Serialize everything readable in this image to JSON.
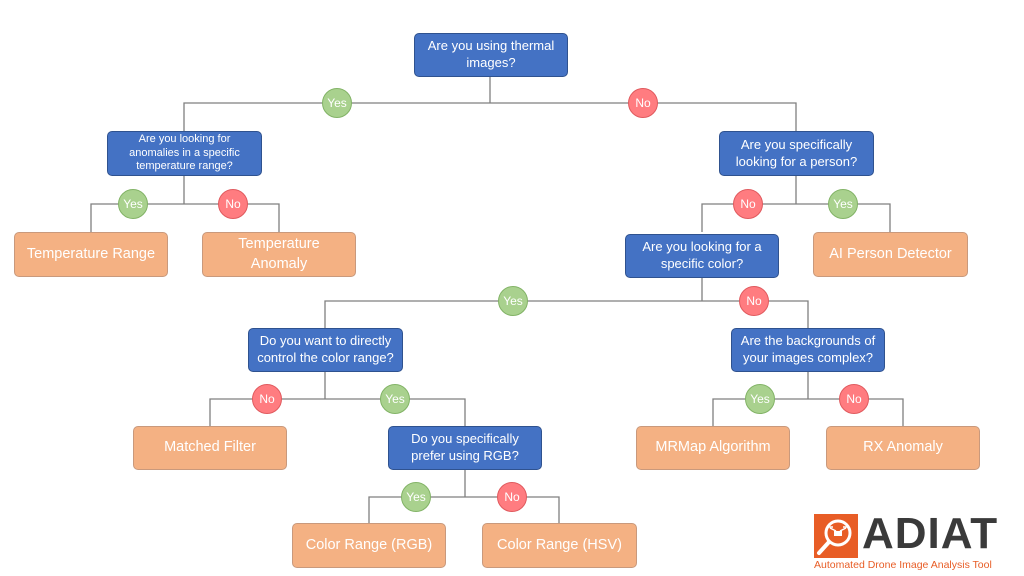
{
  "questions": {
    "q_thermal": "Are you using thermal images?",
    "q_temp_range": "Are you looking for anomalies in a specific temperature range?",
    "q_person": "Are you specifically looking for a person?",
    "q_color": "Are you looking for a specific color?",
    "q_direct": "Do you want to directly control the color range?",
    "q_background": "Are the backgrounds of your images complex?",
    "q_rgb": "Do you specifically prefer using RGB?"
  },
  "results": {
    "r_temp_range": "Temperature Range",
    "r_temp_anomaly": "Temperature Anomaly",
    "r_ai_person": "AI Person Detector",
    "r_matched": "Matched Filter",
    "r_mrmap": "MRMap Algorithm",
    "r_rx": "RX Anomaly",
    "r_rgb": "Color Range (RGB)",
    "r_hsv": "Color Range (HSV)"
  },
  "answers": {
    "yes": "Yes",
    "no": "No"
  },
  "logo": {
    "name": "ADIAT",
    "tagline": "Automated Drone Image Analysis Tool",
    "icon": "drone-magnifier-icon"
  },
  "colors": {
    "question_fill": "#4472c4",
    "result_fill": "#f4b183",
    "yes_fill": "#a9d18e",
    "no_fill": "#ff7c80",
    "connector": "#7f7f7f",
    "logo_accent": "#e85d26"
  }
}
